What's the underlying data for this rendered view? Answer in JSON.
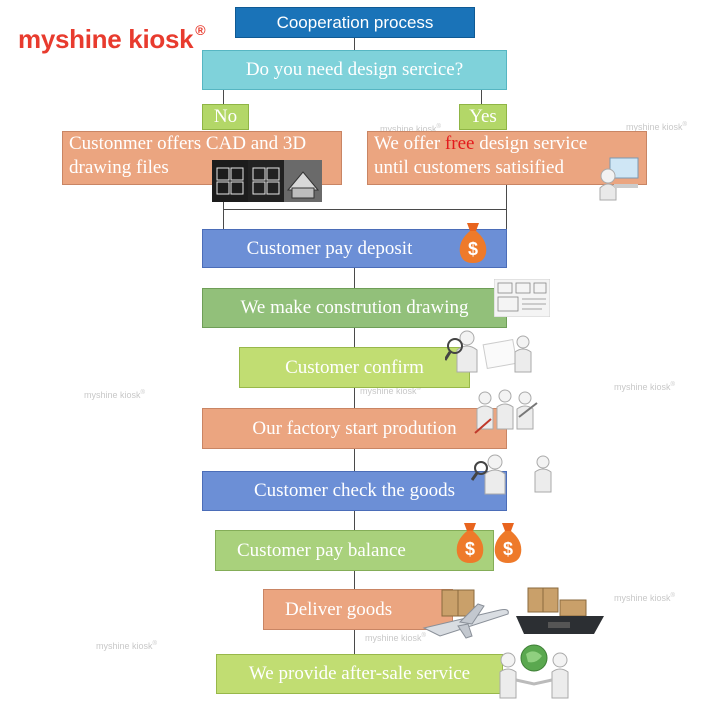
{
  "brand": {
    "name": "myshine kiosk",
    "registered": "®"
  },
  "watermark": {
    "text": "myshine kiosk",
    "mark": "®"
  },
  "flow": {
    "title": "Cooperation process",
    "question": "Do you need design sercice?",
    "no_label": "No",
    "yes_label": "Yes",
    "no_branch_line1": "Custonmer offers CAD and 3D",
    "no_branch_line2": "drawing files",
    "yes_branch_prefix": "We offer ",
    "yes_branch_free": "free",
    "yes_branch_suffix": " design service",
    "yes_branch_line2": "until customers satisified",
    "steps": [
      "Customer pay deposit",
      "We make constrution drawing",
      "Customer confirm",
      "Our factory start prodution",
      "Customer check the goods",
      "Customer pay balance",
      "Deliver goods",
      "We provide after-sale service"
    ]
  },
  "icons": [
    "cad-drawing-icon",
    "design-person-icon",
    "money-bag-icon",
    "blueprint-icon",
    "magnifier-person-icon",
    "worker-group-icon",
    "inspector-icon",
    "money-bag-icon",
    "airplane-box-icon",
    "cargo-ship-icon",
    "handshake-icon"
  ],
  "colors": {
    "title": "#1a73b8",
    "question": "#7fd2da",
    "yes_no": "#b3d768",
    "salmon": "#eba580",
    "blue": "#6c8fd6",
    "green": "#92c07a",
    "free": "#e31a1c",
    "brand": "#e83b2e"
  }
}
